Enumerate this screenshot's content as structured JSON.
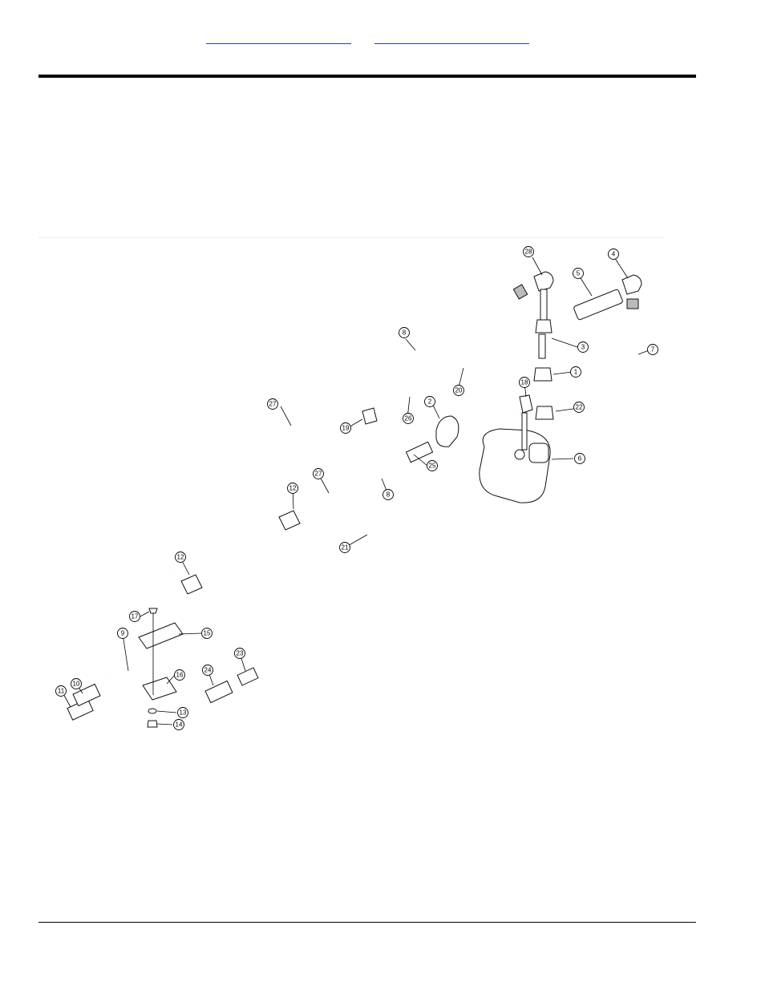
{
  "header": {
    "link_left": "",
    "link_right": ""
  },
  "diagram": {
    "callouts": [
      {
        "id": "c28a",
        "label": "28"
      },
      {
        "id": "c4",
        "label": "4"
      },
      {
        "id": "c5",
        "label": "5"
      },
      {
        "id": "c8a",
        "label": "8"
      },
      {
        "id": "c3",
        "label": "3"
      },
      {
        "id": "c7",
        "label": "7"
      },
      {
        "id": "c1",
        "label": "1"
      },
      {
        "id": "c20",
        "label": "20"
      },
      {
        "id": "c18",
        "label": "18"
      },
      {
        "id": "c27a",
        "label": "27"
      },
      {
        "id": "c22",
        "label": "22"
      },
      {
        "id": "c19",
        "label": "19"
      },
      {
        "id": "c26",
        "label": "26"
      },
      {
        "id": "c2",
        "label": "2"
      },
      {
        "id": "c6",
        "label": "6"
      },
      {
        "id": "c25",
        "label": "25"
      },
      {
        "id": "c27b",
        "label": "27"
      },
      {
        "id": "c12a",
        "label": "12"
      },
      {
        "id": "c8b",
        "label": "8"
      },
      {
        "id": "c21",
        "label": "21"
      },
      {
        "id": "c12b",
        "label": "12"
      },
      {
        "id": "c17",
        "label": "17"
      },
      {
        "id": "c15",
        "label": "15"
      },
      {
        "id": "c9",
        "label": "9"
      },
      {
        "id": "c23",
        "label": "23"
      },
      {
        "id": "c24",
        "label": "24"
      },
      {
        "id": "c16",
        "label": "16"
      },
      {
        "id": "c11",
        "label": "11"
      },
      {
        "id": "c10",
        "label": "10"
      },
      {
        "id": "c13",
        "label": "13"
      },
      {
        "id": "c14",
        "label": "14"
      }
    ]
  }
}
